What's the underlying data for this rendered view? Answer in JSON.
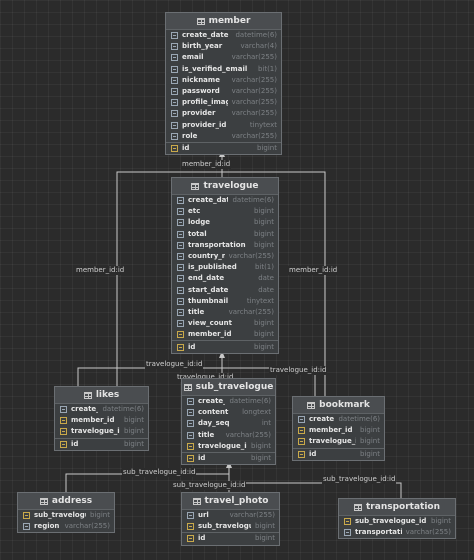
{
  "tables": {
    "member": {
      "title": "member",
      "columns": [
        {
          "name": "create_date",
          "type": "datetime(6)",
          "key": false
        },
        {
          "name": "birth_year",
          "type": "varchar(4)",
          "key": false
        },
        {
          "name": "email",
          "type": "varchar(255)",
          "key": false
        },
        {
          "name": "is_verified_email",
          "type": "bit(1)",
          "key": false
        },
        {
          "name": "nickname",
          "type": "varchar(255)",
          "key": false
        },
        {
          "name": "password",
          "type": "varchar(255)",
          "key": false
        },
        {
          "name": "profile_image_url",
          "type": "varchar(255)",
          "key": false
        },
        {
          "name": "provider",
          "type": "varchar(255)",
          "key": false
        },
        {
          "name": "provider_id",
          "type": "tinytext",
          "key": false
        },
        {
          "name": "role",
          "type": "varchar(255)",
          "key": false
        }
      ],
      "pk": {
        "name": "id",
        "type": "bigint"
      }
    },
    "travelogue": {
      "title": "travelogue",
      "columns": [
        {
          "name": "create_date",
          "type": "datetime(6)",
          "key": false
        },
        {
          "name": "etc",
          "type": "bigint",
          "key": false
        },
        {
          "name": "lodge",
          "type": "bigint",
          "key": false
        },
        {
          "name": "total",
          "type": "bigint",
          "key": false
        },
        {
          "name": "transportation",
          "type": "bigint",
          "key": false
        },
        {
          "name": "country_name",
          "type": "varchar(255)",
          "key": false
        },
        {
          "name": "is_published",
          "type": "bit(1)",
          "key": false
        },
        {
          "name": "end_date",
          "type": "date",
          "key": false
        },
        {
          "name": "start_date",
          "type": "date",
          "key": false
        },
        {
          "name": "thumbnail",
          "type": "tinytext",
          "key": false
        },
        {
          "name": "title",
          "type": "varchar(255)",
          "key": false
        },
        {
          "name": "view_count",
          "type": "bigint",
          "key": false
        },
        {
          "name": "member_id",
          "type": "bigint",
          "key": true
        }
      ],
      "pk": {
        "name": "id",
        "type": "bigint"
      }
    },
    "likes": {
      "title": "likes",
      "columns": [
        {
          "name": "create_date",
          "type": "datetime(6)",
          "key": false
        },
        {
          "name": "member_id",
          "type": "bigint",
          "key": true
        },
        {
          "name": "travelogue_id",
          "type": "bigint",
          "key": true
        }
      ],
      "pk": {
        "name": "id",
        "type": "bigint"
      }
    },
    "sub_travelogue": {
      "title": "sub_travelogue",
      "columns": [
        {
          "name": "create_date",
          "type": "datetime(6)",
          "key": false
        },
        {
          "name": "content",
          "type": "longtext",
          "key": false
        },
        {
          "name": "day_seq",
          "type": "int",
          "key": false
        },
        {
          "name": "title",
          "type": "varchar(255)",
          "key": false
        },
        {
          "name": "travelogue_id",
          "type": "bigint",
          "key": true
        }
      ],
      "pk": {
        "name": "id",
        "type": "bigint"
      }
    },
    "bookmark": {
      "title": "bookmark",
      "columns": [
        {
          "name": "create_date",
          "type": "datetime(6)",
          "key": false
        },
        {
          "name": "member_id",
          "type": "bigint",
          "key": true
        },
        {
          "name": "travelogue_id",
          "type": "bigint",
          "key": true
        }
      ],
      "pk": {
        "name": "id",
        "type": "bigint"
      }
    },
    "address": {
      "title": "address",
      "columns": [
        {
          "name": "sub_travelogue_id",
          "type": "bigint",
          "key": true
        },
        {
          "name": "region",
          "type": "varchar(255)",
          "key": false
        }
      ],
      "pk": null
    },
    "travel_photo": {
      "title": "travel_photo",
      "columns": [
        {
          "name": "url",
          "type": "varchar(255)",
          "key": false
        },
        {
          "name": "sub_travelogue_id",
          "type": "bigint",
          "key": true
        }
      ],
      "pk": {
        "name": "id",
        "type": "bigint"
      }
    },
    "transportation": {
      "title": "transportation",
      "columns": [
        {
          "name": "sub_travelogue_id",
          "type": "bigint",
          "key": true
        },
        {
          "name": "transportation_set",
          "type": "varchar(255)",
          "key": false
        }
      ],
      "pk": null
    }
  },
  "relations": {
    "member_id_1": "member_id:id",
    "member_id_2": "member_id:id",
    "member_id_3": "member_id:id",
    "travelogue_id_1": "travelogue_id:id",
    "travelogue_id_2": "travelogue_id:id",
    "travelogue_id_3": "travelogue_id:id",
    "sub_travelogue_id_1": "sub_travelogue_id:id",
    "sub_travelogue_id_2": "sub_travelogue_id:id",
    "sub_travelogue_id_3": "sub_travelogue_id:id"
  }
}
